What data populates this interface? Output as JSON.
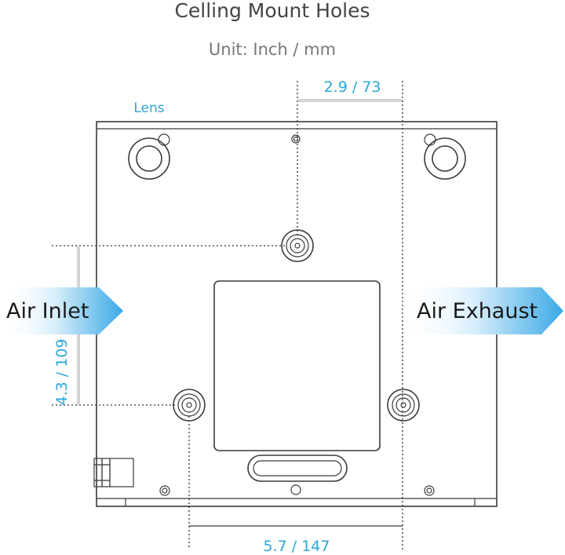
{
  "title": "Celling Mount Holes",
  "unit_label": "Unit: Inch / mm",
  "dimensions": {
    "top": "2.9 / 73",
    "left": "4.3 / 109",
    "bottom": "5.7 / 147"
  },
  "labels": {
    "lens": "Lens",
    "air_inlet": "Air Inlet",
    "air_exhaust": "Air Exhaust"
  },
  "colors": {
    "accent": "#2aa7d8",
    "outline": "#3a3a3a",
    "arrow": "#3aa9e6"
  }
}
